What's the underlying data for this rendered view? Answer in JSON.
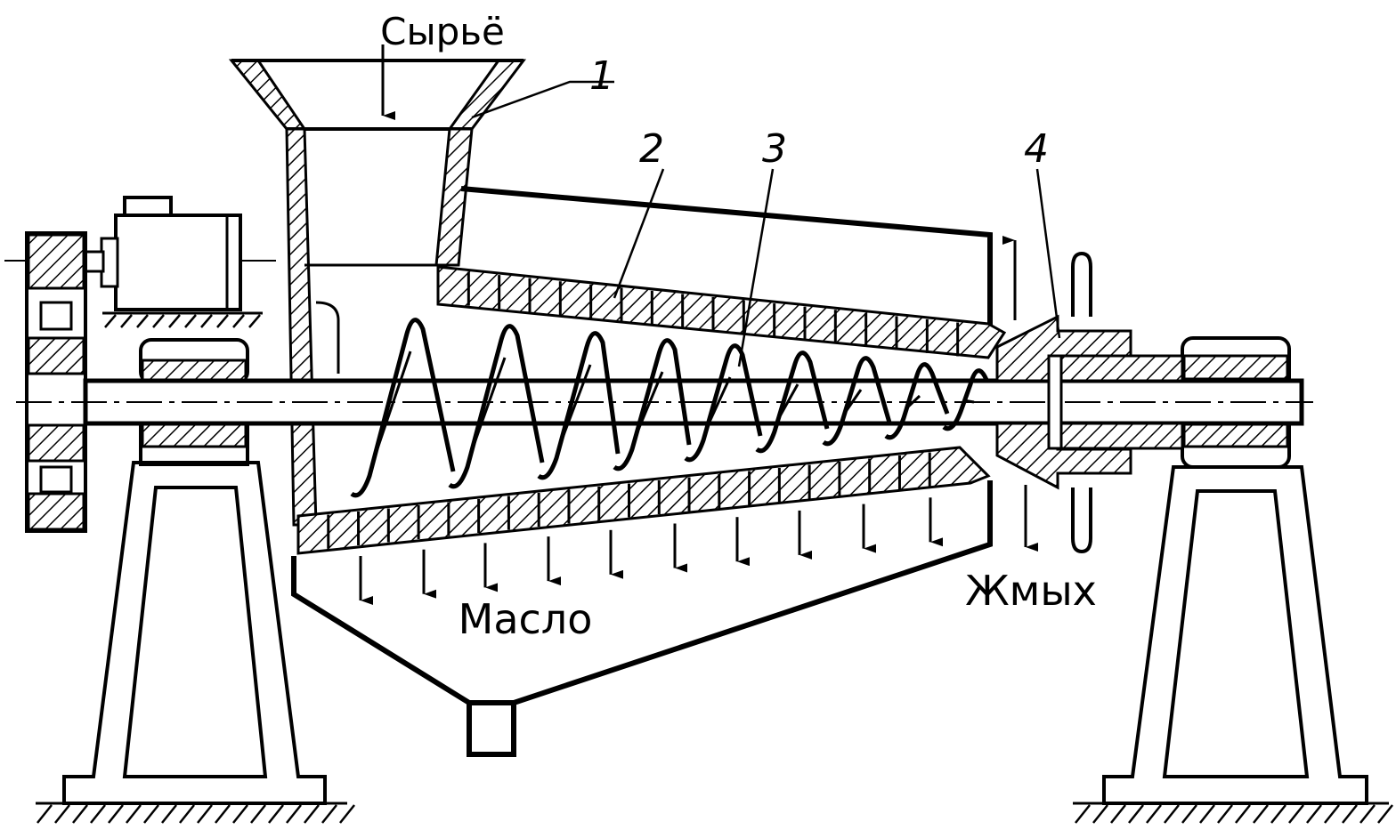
{
  "labels": {
    "input": "Сырьё",
    "oil": "Масло",
    "cake": "Жмых",
    "part1": "1",
    "part2": "2",
    "part3": "3",
    "part4": "4"
  },
  "colors": {
    "ink": "#000000",
    "paper": "#ffffff"
  }
}
